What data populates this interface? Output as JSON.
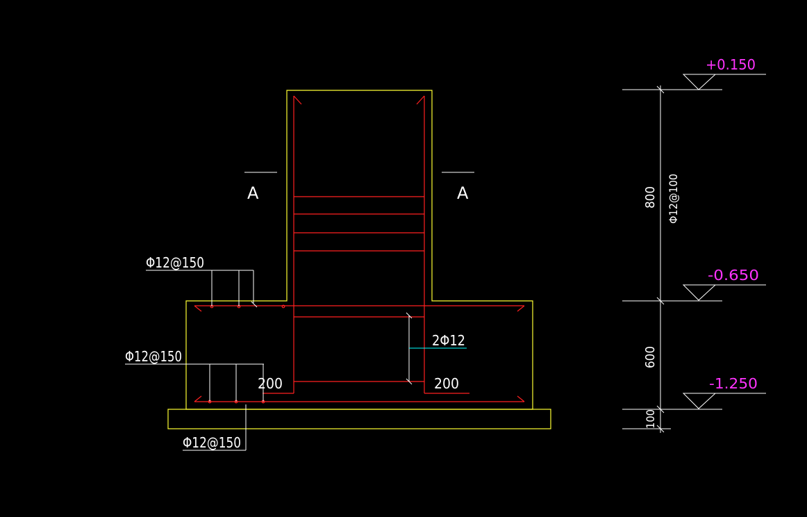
{
  "drawing": {
    "section_mark_left": "A",
    "section_mark_right": "A",
    "rebar_top_left": "Φ12@150",
    "rebar_mid_left": "Φ12@150",
    "rebar_bottom": "Φ12@150",
    "rebar_column": "2Φ12",
    "dim_left_200": "200",
    "dim_right_200": "200",
    "elevation_top": "+0.150",
    "elevation_mid": "-0.650",
    "elevation_bottom": "-1.250",
    "dim_800": "800",
    "dim_600": "600",
    "dim_100": "100",
    "stirrup_label": "Φ12@100"
  },
  "colors": {
    "background": "#000000",
    "outline": "#ffff33",
    "rebar": "#ff2020",
    "dimension": "#ffffff",
    "elevation_text": "#ff33ff",
    "leader_cyan": "#00ffff"
  }
}
